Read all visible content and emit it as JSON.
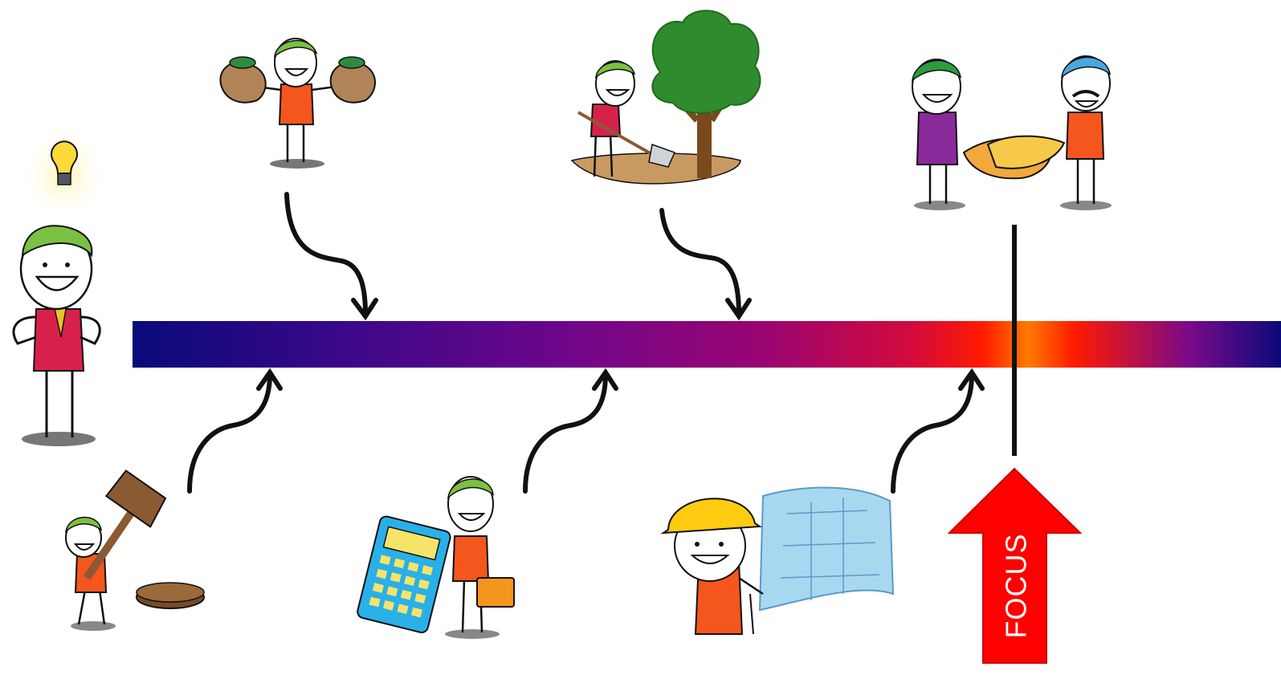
{
  "diagram": {
    "focus_label": "FOCUS",
    "colors": {
      "bar_gradient": [
        "#0a0a7a",
        "#3a0888",
        "#6f068a",
        "#9a0572",
        "#d40a3c",
        "#ff1a00",
        "#ff7a00",
        "#ff1a00",
        "#7a0a88",
        "#0a0a7a"
      ],
      "arrow": "#111111",
      "focus_arrow": "#ff0000",
      "skin": "#ffffff",
      "hair": "#7ac143",
      "shirt_orange": "#f4561e",
      "shirt_red": "#d8214a",
      "shirt_purple": "#8a2a9a",
      "shadow": "#8a8a8a",
      "tree": "#2e8b2e",
      "trunk": "#7a4a1c",
      "ground": "#c89a62",
      "helmet": "#ffcc11",
      "blueprint": "#a8d8f0",
      "calculator": "#2ab0e8",
      "gavel": "#8a5a32"
    },
    "steps": [
      {
        "icon": "idea-person-icon",
        "position": "left"
      },
      {
        "icon": "money-bags-icon",
        "position": "top"
      },
      {
        "icon": "planting-tree-icon",
        "position": "top"
      },
      {
        "icon": "handshake-icon",
        "position": "top"
      },
      {
        "icon": "gavel-icon",
        "position": "bottom"
      },
      {
        "icon": "calculator-icon",
        "position": "bottom"
      },
      {
        "icon": "blueprint-icon",
        "position": "bottom"
      }
    ]
  }
}
